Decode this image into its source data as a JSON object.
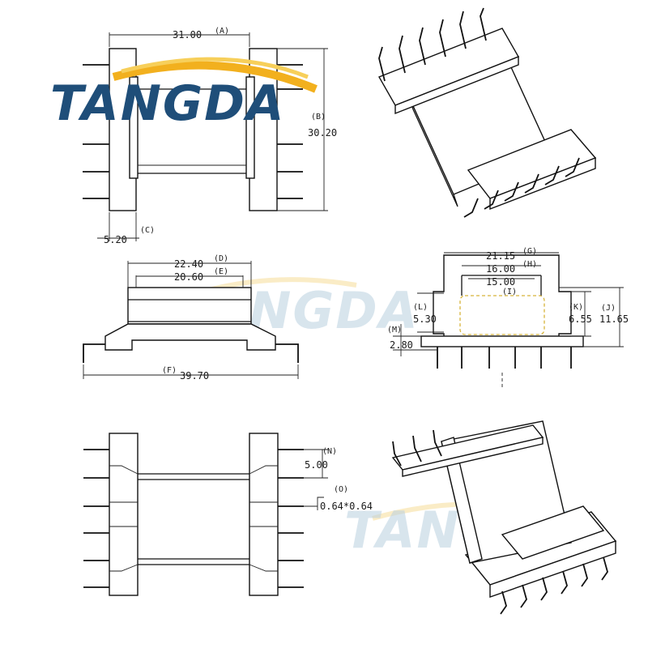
{
  "brand": {
    "logo_text": "TANGDA",
    "watermark_text": "TANGDA",
    "logo_color": "#1f4e79",
    "swoosh_color": "#f2b01e"
  },
  "top_view": {
    "dim_a": "31.00",
    "label_a": "(A)",
    "dim_b": "30.20",
    "label_b": "(B)",
    "dim_c": "5.20",
    "label_c": "(C)"
  },
  "side_view": {
    "dim_d": "22.40",
    "label_d": "(D)",
    "dim_e": "20.60",
    "label_e": "(E)",
    "dim_f": "39.70",
    "label_f": "(F)"
  },
  "front_view": {
    "dim_g": "21.15",
    "label_g": "(G)",
    "dim_h": "16.00",
    "label_h": "(H)",
    "dim_i": "15.00",
    "label_i": "(I)",
    "dim_l": "5.30",
    "label_l": "(L)",
    "dim_k": "6.55",
    "label_k": "(K)",
    "dim_j": "11.65",
    "label_j": "(J)",
    "dim_m": "2.80",
    "label_m": "(M)"
  },
  "bottom_view": {
    "dim_n": "5.00",
    "label_n": "(N)",
    "dim_o": "0.64*0.64",
    "label_o": "(O)"
  },
  "accent": {
    "dashed_outline_color": "#d7b43a"
  }
}
